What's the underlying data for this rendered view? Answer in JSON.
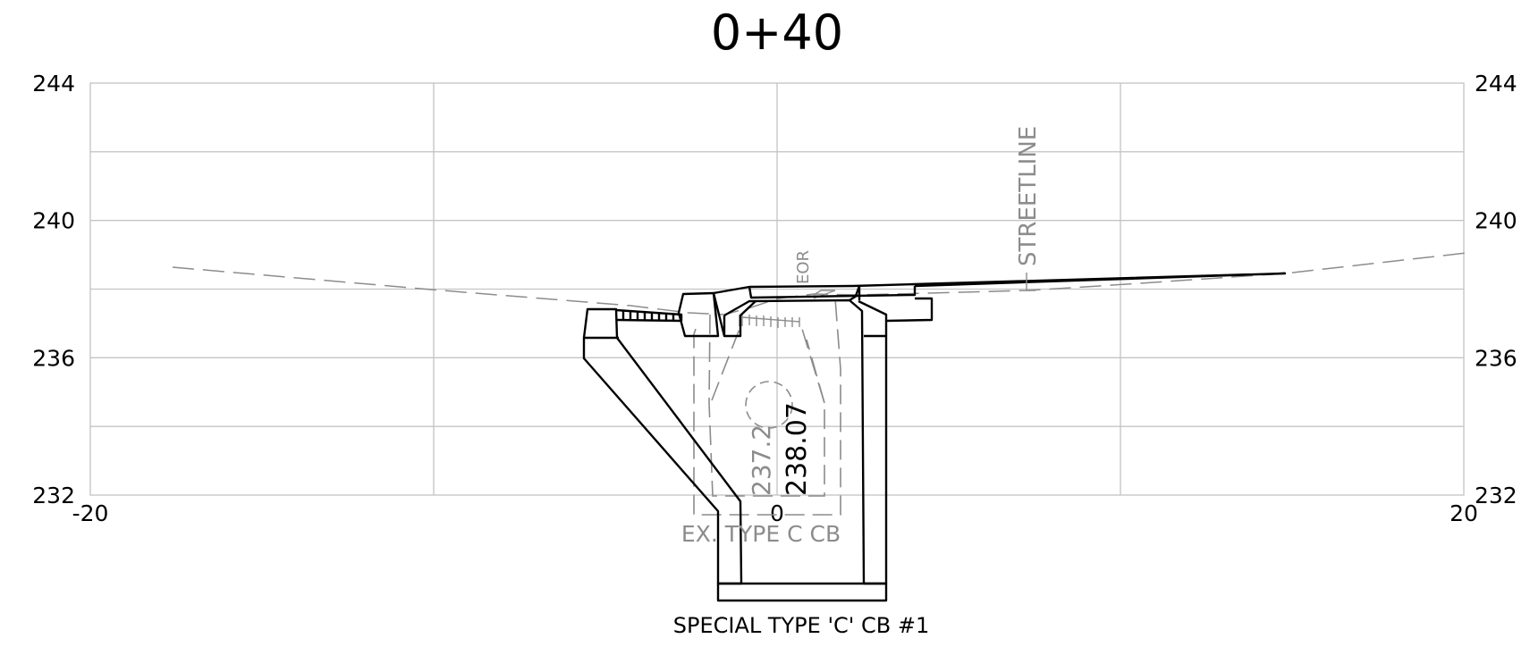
{
  "title": "0+40",
  "axes": {
    "x_ticks": [
      {
        "value": -20,
        "label": "-20"
      },
      {
        "value": 0,
        "label": "0"
      },
      {
        "value": 20,
        "label": "20"
      }
    ],
    "y_left_ticks": [
      {
        "value": 244,
        "label": "244"
      },
      {
        "value": 240,
        "label": "240"
      },
      {
        "value": 236,
        "label": "236"
      },
      {
        "value": 232,
        "label": "232"
      }
    ],
    "y_right_ticks": [
      {
        "value": 244,
        "label": "244"
      },
      {
        "value": 240,
        "label": "240"
      },
      {
        "value": 236,
        "label": "236"
      },
      {
        "value": 232,
        "label": "232"
      }
    ],
    "x_range": [
      -20,
      20
    ],
    "y_range": [
      232,
      244
    ],
    "grid_x_step": 10,
    "grid_y_step": 2
  },
  "annotations": {
    "streetline": "STREETLINE",
    "eor": "EOR",
    "existing_elevation": "237.2",
    "proposed_elevation": "238.07",
    "existing_structure": "EX. TYPE C CB",
    "proposed_structure": "SPECIAL TYPE 'C' CB #1"
  },
  "colors": {
    "proposed": "#000000",
    "existing": "#8c8c8c",
    "grid": "#c4c4c4"
  }
}
